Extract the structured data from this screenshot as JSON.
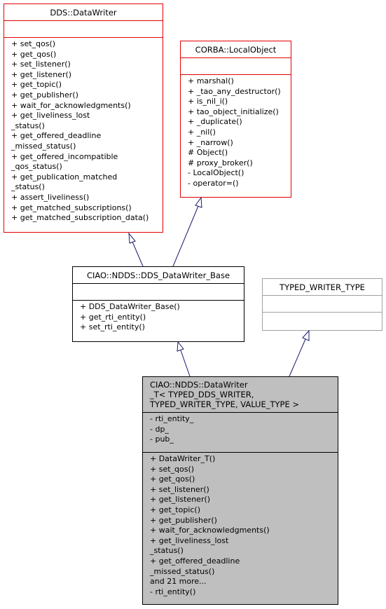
{
  "classes": {
    "dds_datawriter": {
      "name": "DDS::DataWriter",
      "attributes": [],
      "methods": [
        "+ set_qos()",
        "+ get_qos()",
        "+ set_listener()",
        "+ get_listener()",
        "+ get_topic()",
        "+ get_publisher()",
        "+ wait_for_acknowledgments()",
        "+ get_liveliness_lost",
        "_status()",
        "+ get_offered_deadline",
        "_missed_status()",
        "+ get_offered_incompatible",
        "_qos_status()",
        "+ get_publication_matched",
        "_status()",
        "+ assert_liveliness()",
        "+ get_matched_subscriptions()",
        "+ get_matched_subscription_data()"
      ]
    },
    "corba_localobject": {
      "name": "CORBA::LocalObject",
      "attributes": [],
      "methods": [
        "+ marshal()",
        "+ _tao_any_destructor()",
        "+ is_nil_i()",
        "+ tao_object_initialize()",
        "+ _duplicate()",
        "+ _nil()",
        "+ _narrow()",
        "# Object()",
        "# proxy_broker()",
        "- LocalObject()",
        "- operator=()"
      ]
    },
    "ciao_base": {
      "name": "CIAO::NDDS::DDS_DataWriter_Base",
      "attributes": [],
      "methods": [
        "+ DDS_DataWriter_Base()",
        "+ get_rti_entity()",
        "+ set_rti_entity()"
      ]
    },
    "typed_writer_type": {
      "name": "TYPED_WRITER_TYPE",
      "attributes": [],
      "methods": []
    },
    "ciao_datawriter_t": {
      "name_lines": [
        "CIAO::NDDS::DataWriter",
        "_T< TYPED_DDS_WRITER,",
        " TYPED_WRITER_TYPE, VALUE_TYPE >"
      ],
      "attributes": [
        "- rti_entity_",
        "- dp_",
        "- pub_"
      ],
      "methods": [
        "+ DataWriter_T()",
        "+ set_qos()",
        "+ get_qos()",
        "+ set_listener()",
        "+ get_listener()",
        "+ get_topic()",
        "+ get_publisher()",
        "+ wait_for_acknowledgments()",
        "+ get_liveliness_lost",
        "_status()",
        "+ get_offered_deadline",
        "_missed_status()",
        "and 21 more...",
        "- rti_entity()"
      ]
    }
  },
  "colors": {
    "red_border": "#e00000",
    "grey_border": "#a0a0a0",
    "highlight_fill": "#bfbfbf",
    "arrow_stroke": "#191970"
  }
}
